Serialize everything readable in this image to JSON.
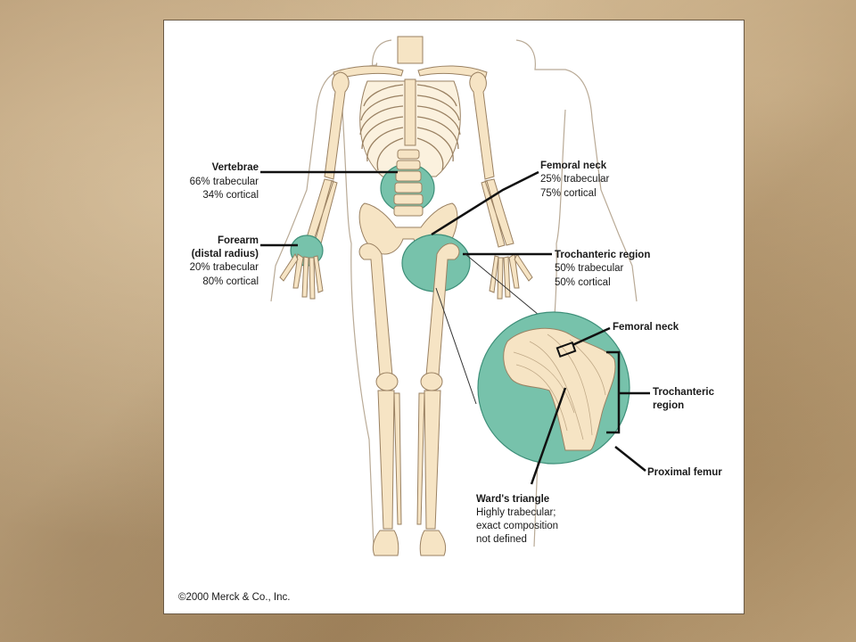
{
  "labels": {
    "vertebrae": {
      "title": "Vertebrae",
      "line1": "66% trabecular",
      "line2": "34% cortical"
    },
    "forearm": {
      "title": "Forearm",
      "title2": "(distal radius)",
      "line1": "20% trabecular",
      "line2": "80% cortical"
    },
    "femoral_neck": {
      "title": "Femoral neck",
      "line1": "25% trabecular",
      "line2": "75% cortical"
    },
    "trochanteric": {
      "title": "Trochanteric region",
      "line1": "50% trabecular",
      "line2": "50% cortical"
    },
    "inset_femoral_neck": "Femoral neck",
    "inset_trochanteric_1": "Trochanteric",
    "inset_trochanteric_2": "region",
    "proximal_femur": "Proximal femur",
    "wards": {
      "title": "Ward's triangle",
      "line1": "Highly trabecular;",
      "line2": "exact composition",
      "line3": "not defined"
    }
  },
  "copyright": "©2000 Merck & Co., Inc.",
  "colors": {
    "highlight": "#77c2ab",
    "bone": "#f6e4c4",
    "background_texture": "#b79a74"
  }
}
